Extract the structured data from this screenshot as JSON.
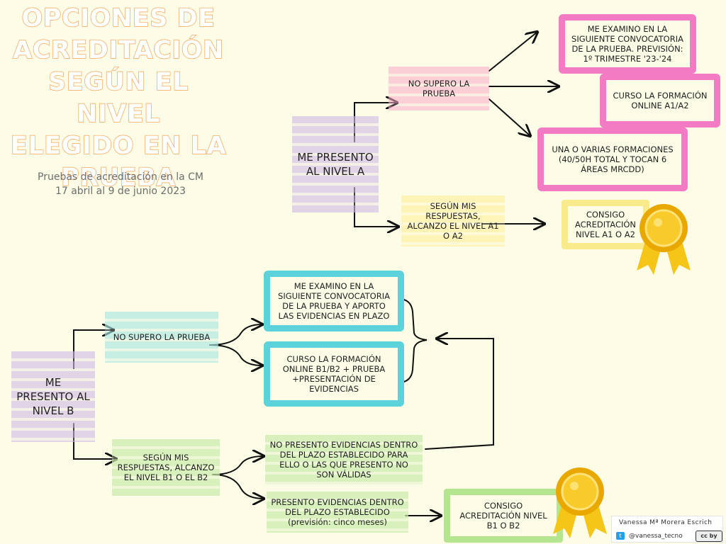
{
  "header": {
    "title_lines": [
      "OPCIONES DE",
      "ACREDITACIÓN",
      "SEGÚN EL NIVEL",
      "ELEGIDO EN LA",
      "PRUEBA"
    ],
    "subtitle_line1": "Pruebas de acreditación en la CM",
    "subtitle_line2": "17 abril al 9 de junio 2023"
  },
  "nivel_a": {
    "root": "ME PRESENTO AL NIVEL A",
    "no_supero": "NO SUPERO LA PRUEBA",
    "opcion_examen": "ME EXAMINO EN LA SIGUIENTE CONVOCATORIA DE LA PRUEBA. Previsión: 1º trimestre '23-'24",
    "opcion_curso": "CURSO LA FORMACIÓN ONLINE A1/A2",
    "opcion_formaciones": "UNA O VARIAS FORMACIONES (40/50h total y tocan 6 áreas MRCDD)",
    "segun_respuestas": "SEGÚN MIS RESPUESTAS, ALCANZO EL NIVEL A1 o A2",
    "consigo": "CONSIGO ACREDITACIÓN NIVEL A1 o A2"
  },
  "nivel_b": {
    "root": "ME PRESENTO AL NIVEL B",
    "no_supero": "NO SUPERO LA PRUEBA",
    "opcion_examen": "ME EXAMINO EN LA SIGUIENTE CONVOCATORIA DE LA PRUEBA Y APORTO LAS EVIDENCIAS EN PLAZO",
    "opcion_curso": "CURSO LA FORMACIÓN ONLINE B1/B2 + PRUEBA +PRESENTACIÓN DE EVIDENCIAS",
    "segun_respuestas": "SEGÚN MIS RESPUESTAS, ALCANZO EL NIVEL B1 o EL B2",
    "no_presento": "NO PRESENTO EVIDENCIAS DENTRO DEL PLAZO ESTABLECIDO PARA ELLO O LAS QUE PRESENTO NO SON VÁLIDAS",
    "presento_line1": "PRESENTO EVIDENCIAS DENTRO DEL PLAZO ESTABLECIDO",
    "presento_line2": "(previsión: cinco meses)",
    "consigo": "CONSIGO ACREDITACIÓN NIVEL B1 o B2"
  },
  "credit": {
    "author": "Vanessa Mª Morera Escrich",
    "twitter_icon": "t",
    "handle": "@vanessa_tecno",
    "license": "cc by"
  },
  "colors": {
    "title_outline": "#F2A65A",
    "pink": "#F27BC4",
    "cyan": "#5CD3DB",
    "yellow": "#F9EA8C",
    "green": "#B6E58F",
    "medal": "#F5B800"
  }
}
